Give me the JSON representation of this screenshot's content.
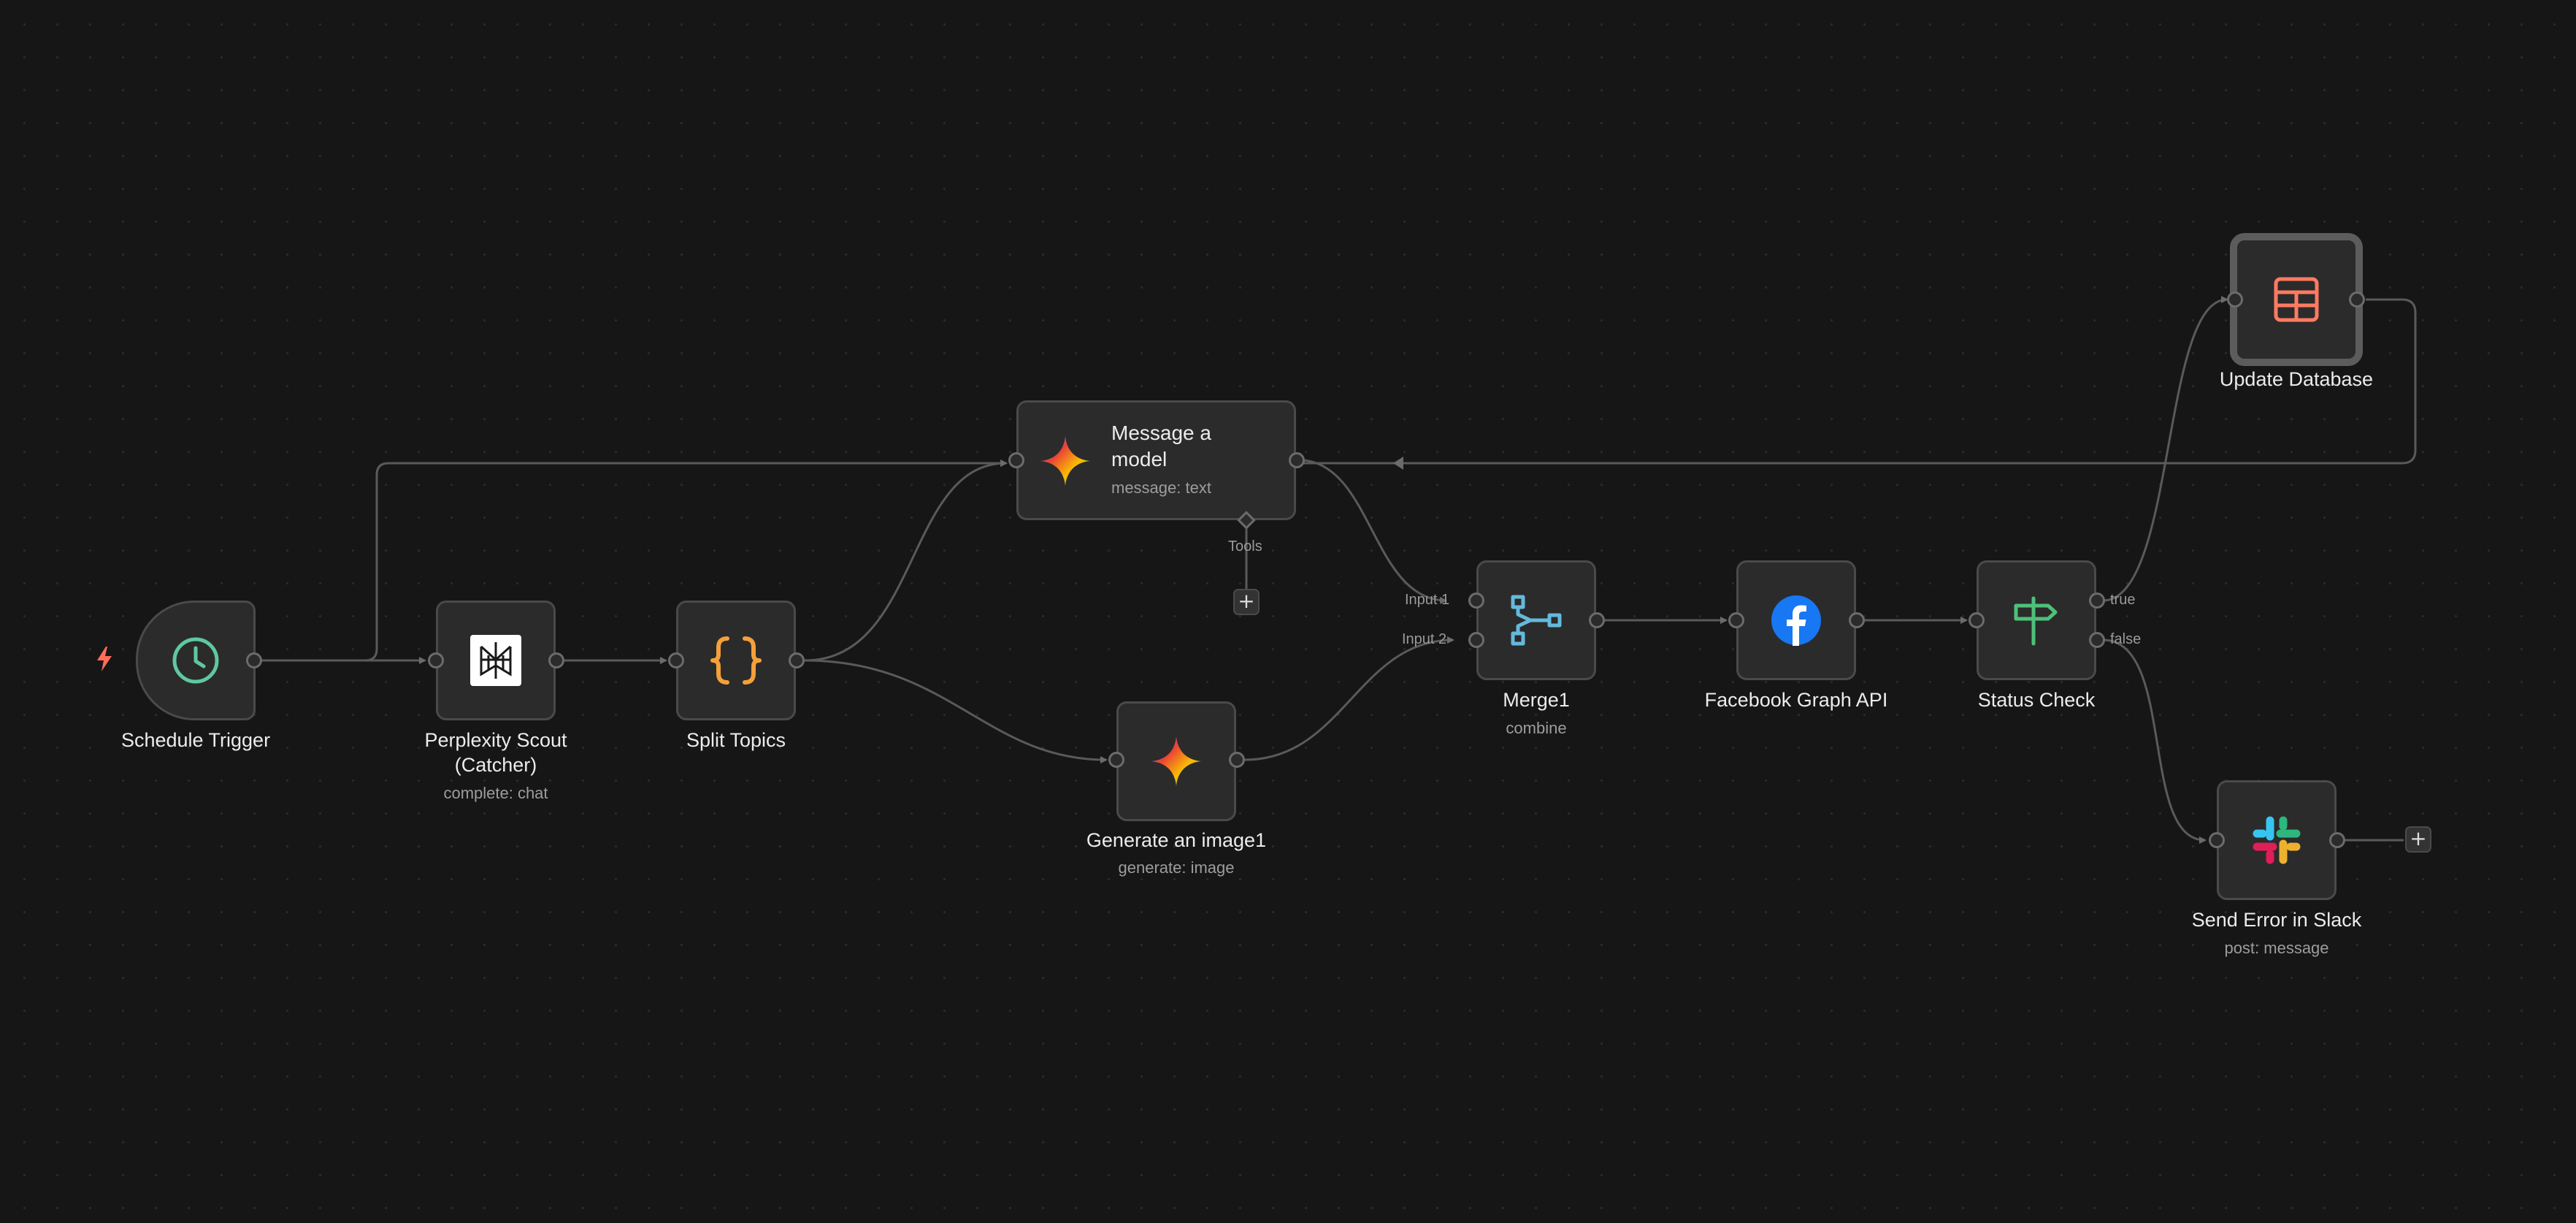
{
  "nodes": {
    "schedule_trigger": {
      "label": "Schedule Trigger"
    },
    "perplexity": {
      "label_line1": "Perplexity Scout",
      "label_line2": "(Catcher)",
      "sublabel": "complete: chat"
    },
    "split_topics": {
      "label": "Split Topics"
    },
    "message_model": {
      "title": "Message a model",
      "sublabel": "message: text",
      "tools_label": "Tools"
    },
    "generate_image": {
      "label": "Generate an image1",
      "sublabel": "generate: image"
    },
    "merge": {
      "label": "Merge1",
      "sublabel": "combine",
      "input1": "Input 1",
      "input2": "Input 2"
    },
    "facebook": {
      "label": "Facebook Graph API"
    },
    "status_check": {
      "label": "Status Check",
      "true_label": "true",
      "false_label": "false"
    },
    "update_db": {
      "label": "Update Database"
    },
    "slack": {
      "label": "Send Error in Slack",
      "sublabel": "post: message"
    }
  },
  "buttons": {
    "add": "+"
  },
  "colors": {
    "background": "#161616",
    "node": "#2b2b2b",
    "edge": "#6b6b6b",
    "trigger_bolt": "#ff6d5a",
    "clock": "#5fc8a0",
    "braces": "#f5a03a",
    "merge_icon": "#64b9dc",
    "facebook": "#1877f2",
    "signpost": "#4ec07a",
    "table": "#ff7a62"
  },
  "icons": [
    "bolt-icon",
    "clock-icon",
    "perplexity-icon",
    "braces-icon",
    "gemini-icon",
    "merge-icon",
    "facebook-icon",
    "signpost-icon",
    "table-icon",
    "slack-icon"
  ]
}
